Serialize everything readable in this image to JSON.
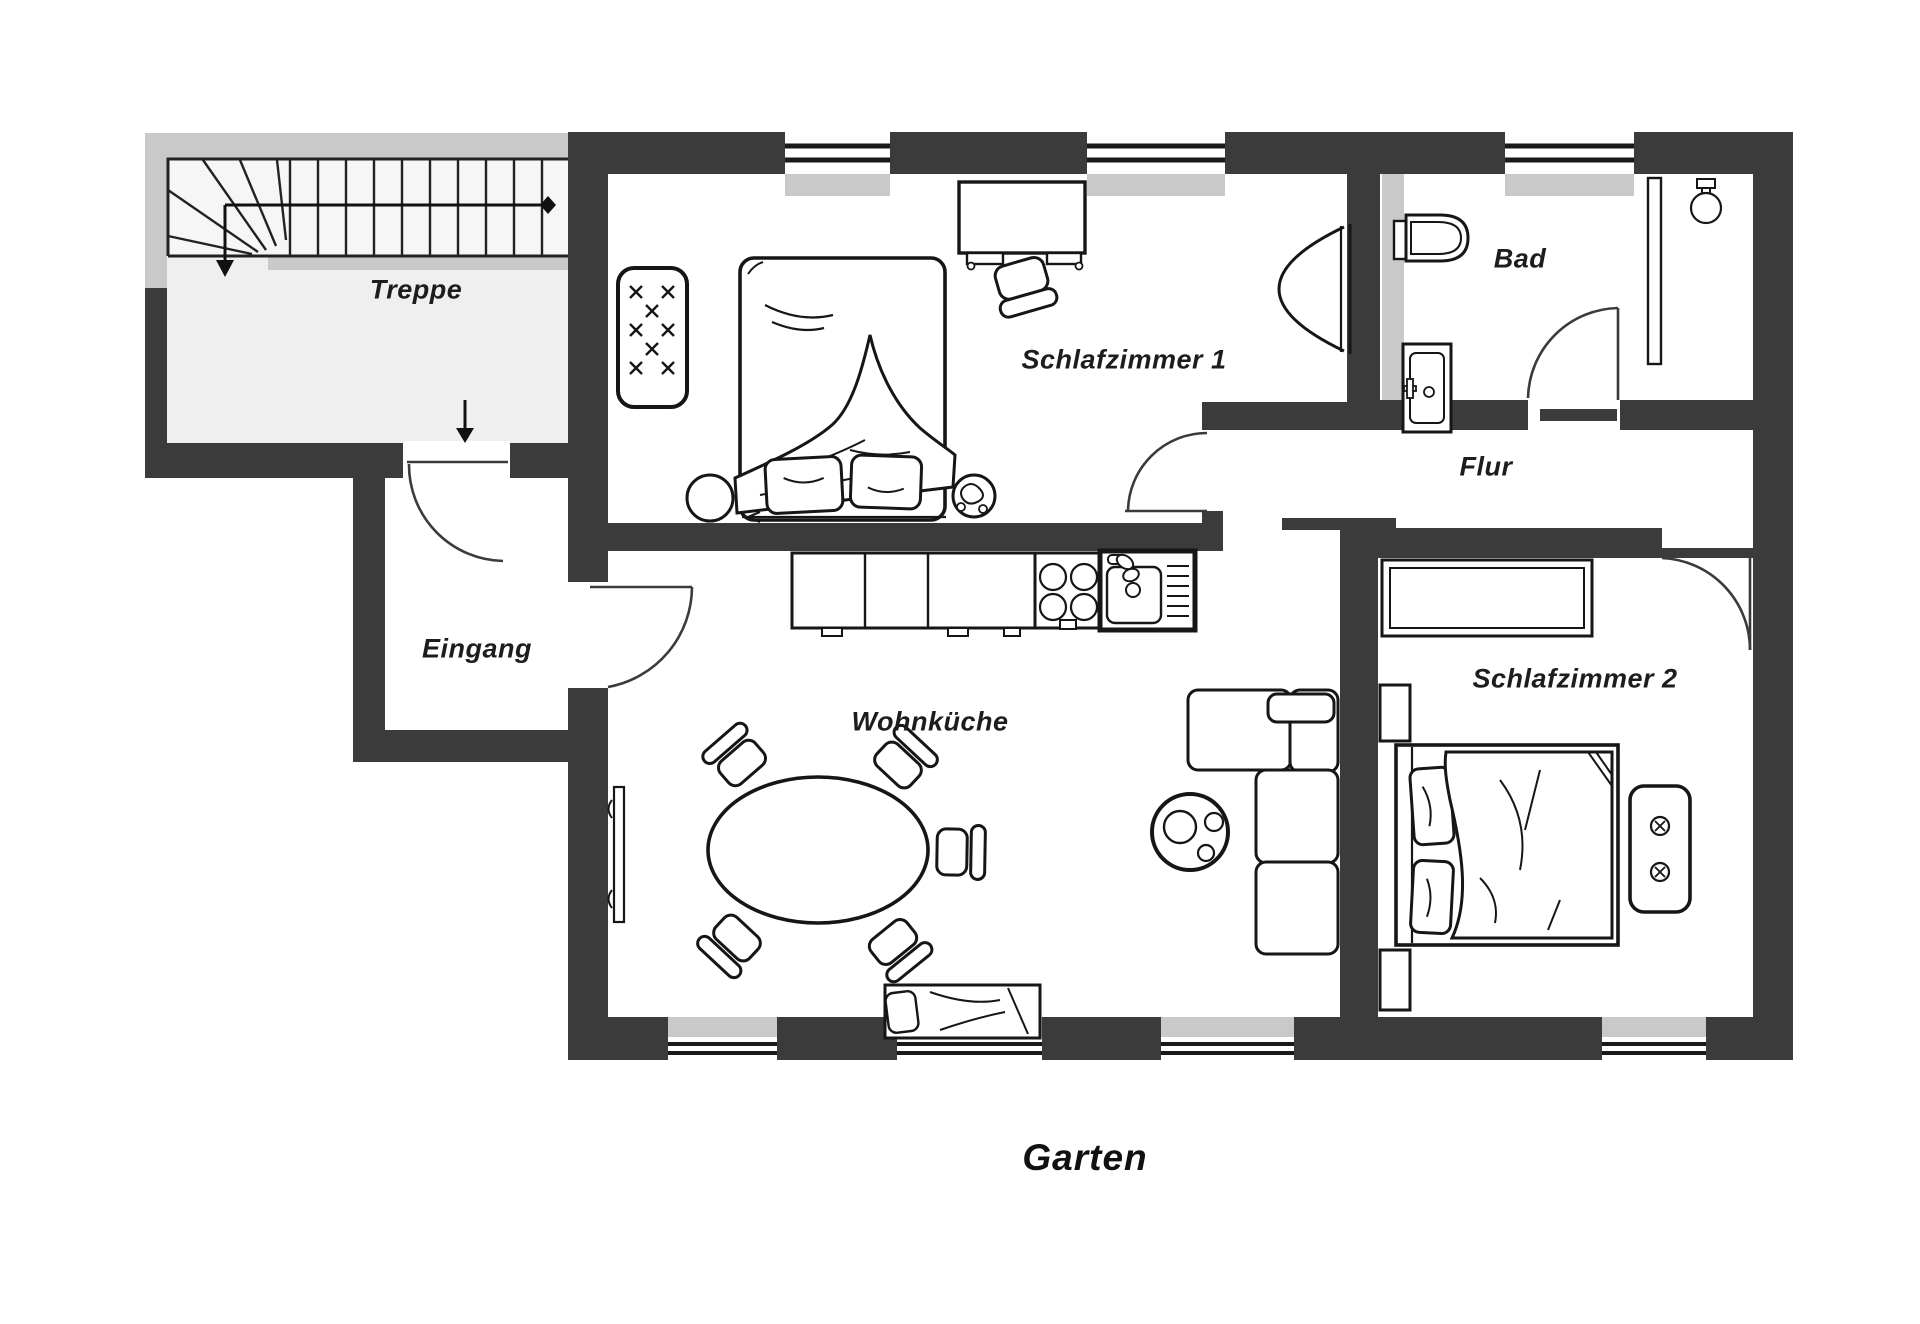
{
  "floor_plan": {
    "rooms": [
      {
        "id": "treppe",
        "label": "Treppe"
      },
      {
        "id": "eingang",
        "label": "Eingang"
      },
      {
        "id": "schlafzimmer1",
        "label": "Schlafzimmer 1"
      },
      {
        "id": "bad",
        "label": "Bad"
      },
      {
        "id": "flur",
        "label": "Flur"
      },
      {
        "id": "wohnkueche",
        "label": "Wohnküche"
      },
      {
        "id": "schlafzimmer2",
        "label": "Schlafzimmer 2"
      }
    ],
    "outside_label": "Garten",
    "stairs": {
      "direction": "down",
      "walk_line_end": "diamond"
    },
    "colors": {
      "wall": "#3b3b3b",
      "light_wall": "#c9c9c9",
      "stair_floor": "#efefef",
      "room_floor": "#ffffff",
      "line": "#161616"
    }
  }
}
